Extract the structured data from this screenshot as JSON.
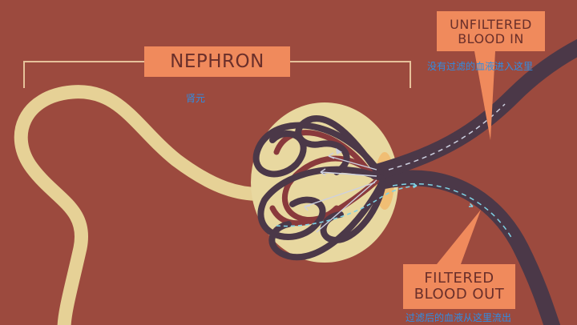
{
  "labels": {
    "nephron": "NEPHRON",
    "nephron_cn": "肾元",
    "unfiltered_line1": "UNFILTERED",
    "unfiltered_line2": "BLOOD IN",
    "unfiltered_cn": "没有过滤的血液进入这里",
    "filtered_line1": "FILTERED",
    "filtered_line2": "BLOOD OUT",
    "filtered_cn": "过滤后的血液从这里流出"
  },
  "colors": {
    "background": "#9c4a3e",
    "tubule": "#e6d196",
    "capsule": "#e8d8a0",
    "vessel_dark": "#4b3848",
    "vessel_red": "#8a3a3c",
    "label_box": "#f08a5c",
    "label_text": "#6a2f2a",
    "caption": "#2f8de4",
    "flow_light": "#cdd0e0",
    "flow_cyan": "#7fd3e6"
  }
}
